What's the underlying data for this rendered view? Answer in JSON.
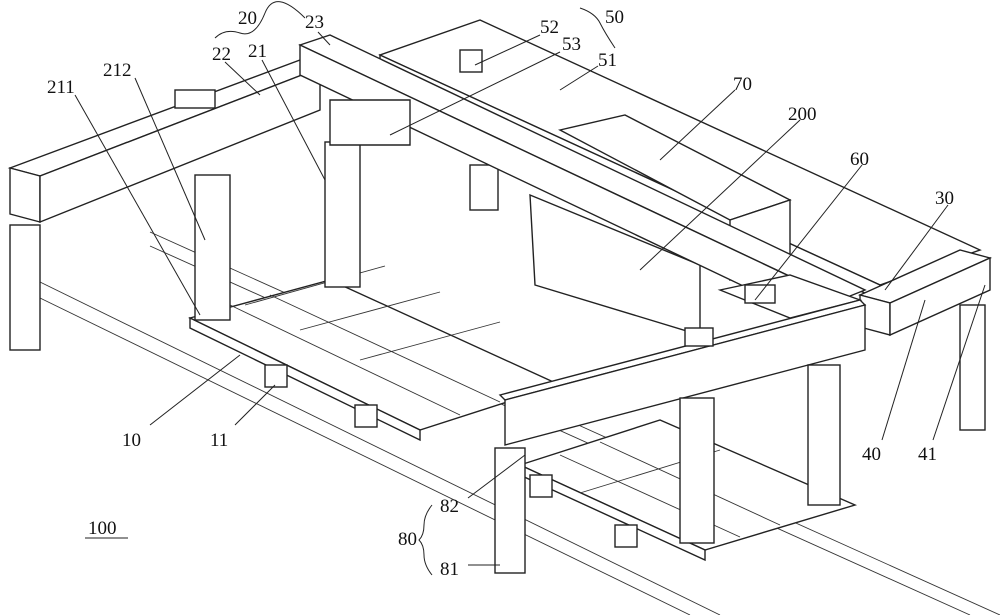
{
  "figure": {
    "labels": {
      "l20": "20",
      "l23": "23",
      "l22": "22",
      "l21": "21",
      "l212": "212",
      "l211": "211",
      "l52": "52",
      "l53": "53",
      "l50": "50",
      "l51": "51",
      "l70": "70",
      "l200": "200",
      "l60": "60",
      "l30": "30",
      "l40": "40",
      "l41": "41",
      "l10": "10",
      "l11": "11",
      "l82": "82",
      "l80": "80",
      "l81": "81",
      "l100": "100"
    }
  }
}
